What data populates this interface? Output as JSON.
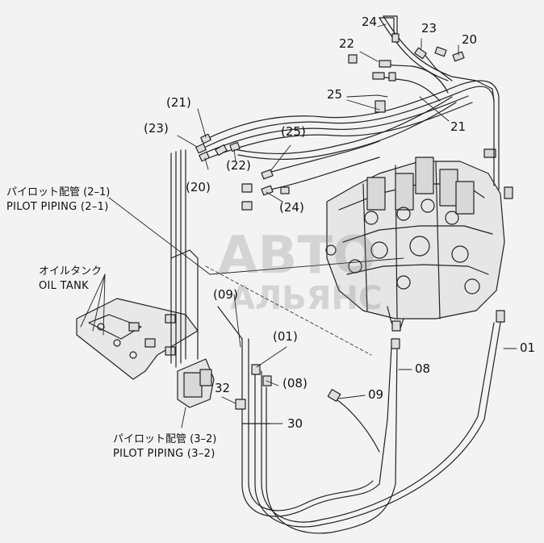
{
  "watermark": {
    "line1": "АВТО",
    "line2": "АЛЬЯНС"
  },
  "captions": {
    "pilot_2_1_jp": "パイロット配管 (2–1)",
    "pilot_2_1_en": "PILOT PIPING (2–1)",
    "oil_tank_jp": "オイルタンク",
    "oil_tank_en": "OIL TANK",
    "pilot_3_2_jp": "パイロット配管 (3–2)",
    "pilot_3_2_en": "PILOT PIPING (3–2)"
  },
  "part_labels": [
    {
      "id": "p24-top",
      "text": "24"
    },
    {
      "id": "p23-top",
      "text": "23"
    },
    {
      "id": "p20-top",
      "text": "20"
    },
    {
      "id": "p22-top",
      "text": "22"
    },
    {
      "id": "p25-top",
      "text": "25"
    },
    {
      "id": "p21-right",
      "text": "21"
    },
    {
      "id": "p21-left",
      "text": "(21)"
    },
    {
      "id": "p23-left",
      "text": "(23)"
    },
    {
      "id": "p25-mid",
      "text": "(25)"
    },
    {
      "id": "p22-mid",
      "text": "(22)"
    },
    {
      "id": "p20-left",
      "text": "(20)"
    },
    {
      "id": "p24-mid",
      "text": "(24)"
    },
    {
      "id": "p09-left",
      "text": "(09)"
    },
    {
      "id": "p01-mid",
      "text": "(01)"
    },
    {
      "id": "p08-mid",
      "text": "(08)"
    },
    {
      "id": "p01-right",
      "text": "01"
    },
    {
      "id": "p08-right",
      "text": "08"
    },
    {
      "id": "p09-right",
      "text": "09"
    },
    {
      "id": "p32",
      "text": "32"
    },
    {
      "id": "p30",
      "text": "30"
    }
  ]
}
